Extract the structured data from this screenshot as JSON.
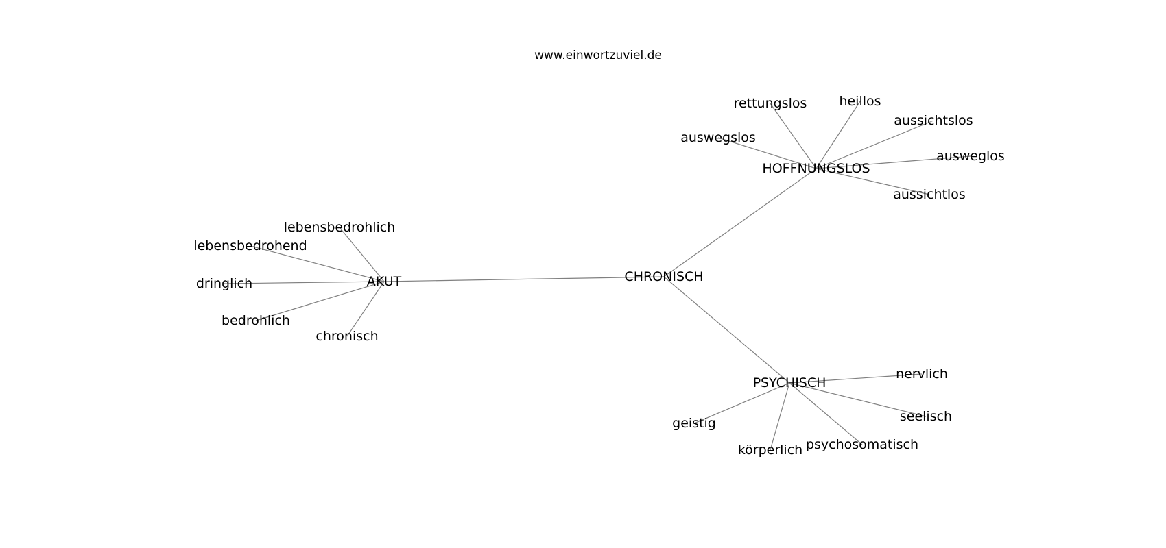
{
  "watermark": "www.einwortzuviel.de",
  "colors": {
    "edge": "#808080",
    "text": "#000000",
    "background": "#ffffff"
  },
  "graph": {
    "center": "CHRONISCH",
    "hubs": [
      {
        "label": "AKUT",
        "synonyms": [
          "lebensbedrohlich",
          "lebensbedrohend",
          "dringlich",
          "bedrohlich",
          "chronisch"
        ]
      },
      {
        "label": "HOFFNUNGSLOS",
        "synonyms": [
          "rettungslos",
          "heillos",
          "aussichtslos",
          "auswegslos",
          "ausweglos",
          "aussichtlos"
        ]
      },
      {
        "label": "PSYCHISCH",
        "synonyms": [
          "nervlich",
          "seelisch",
          "geistig",
          "körperlich",
          "psychosomatisch"
        ]
      }
    ]
  }
}
